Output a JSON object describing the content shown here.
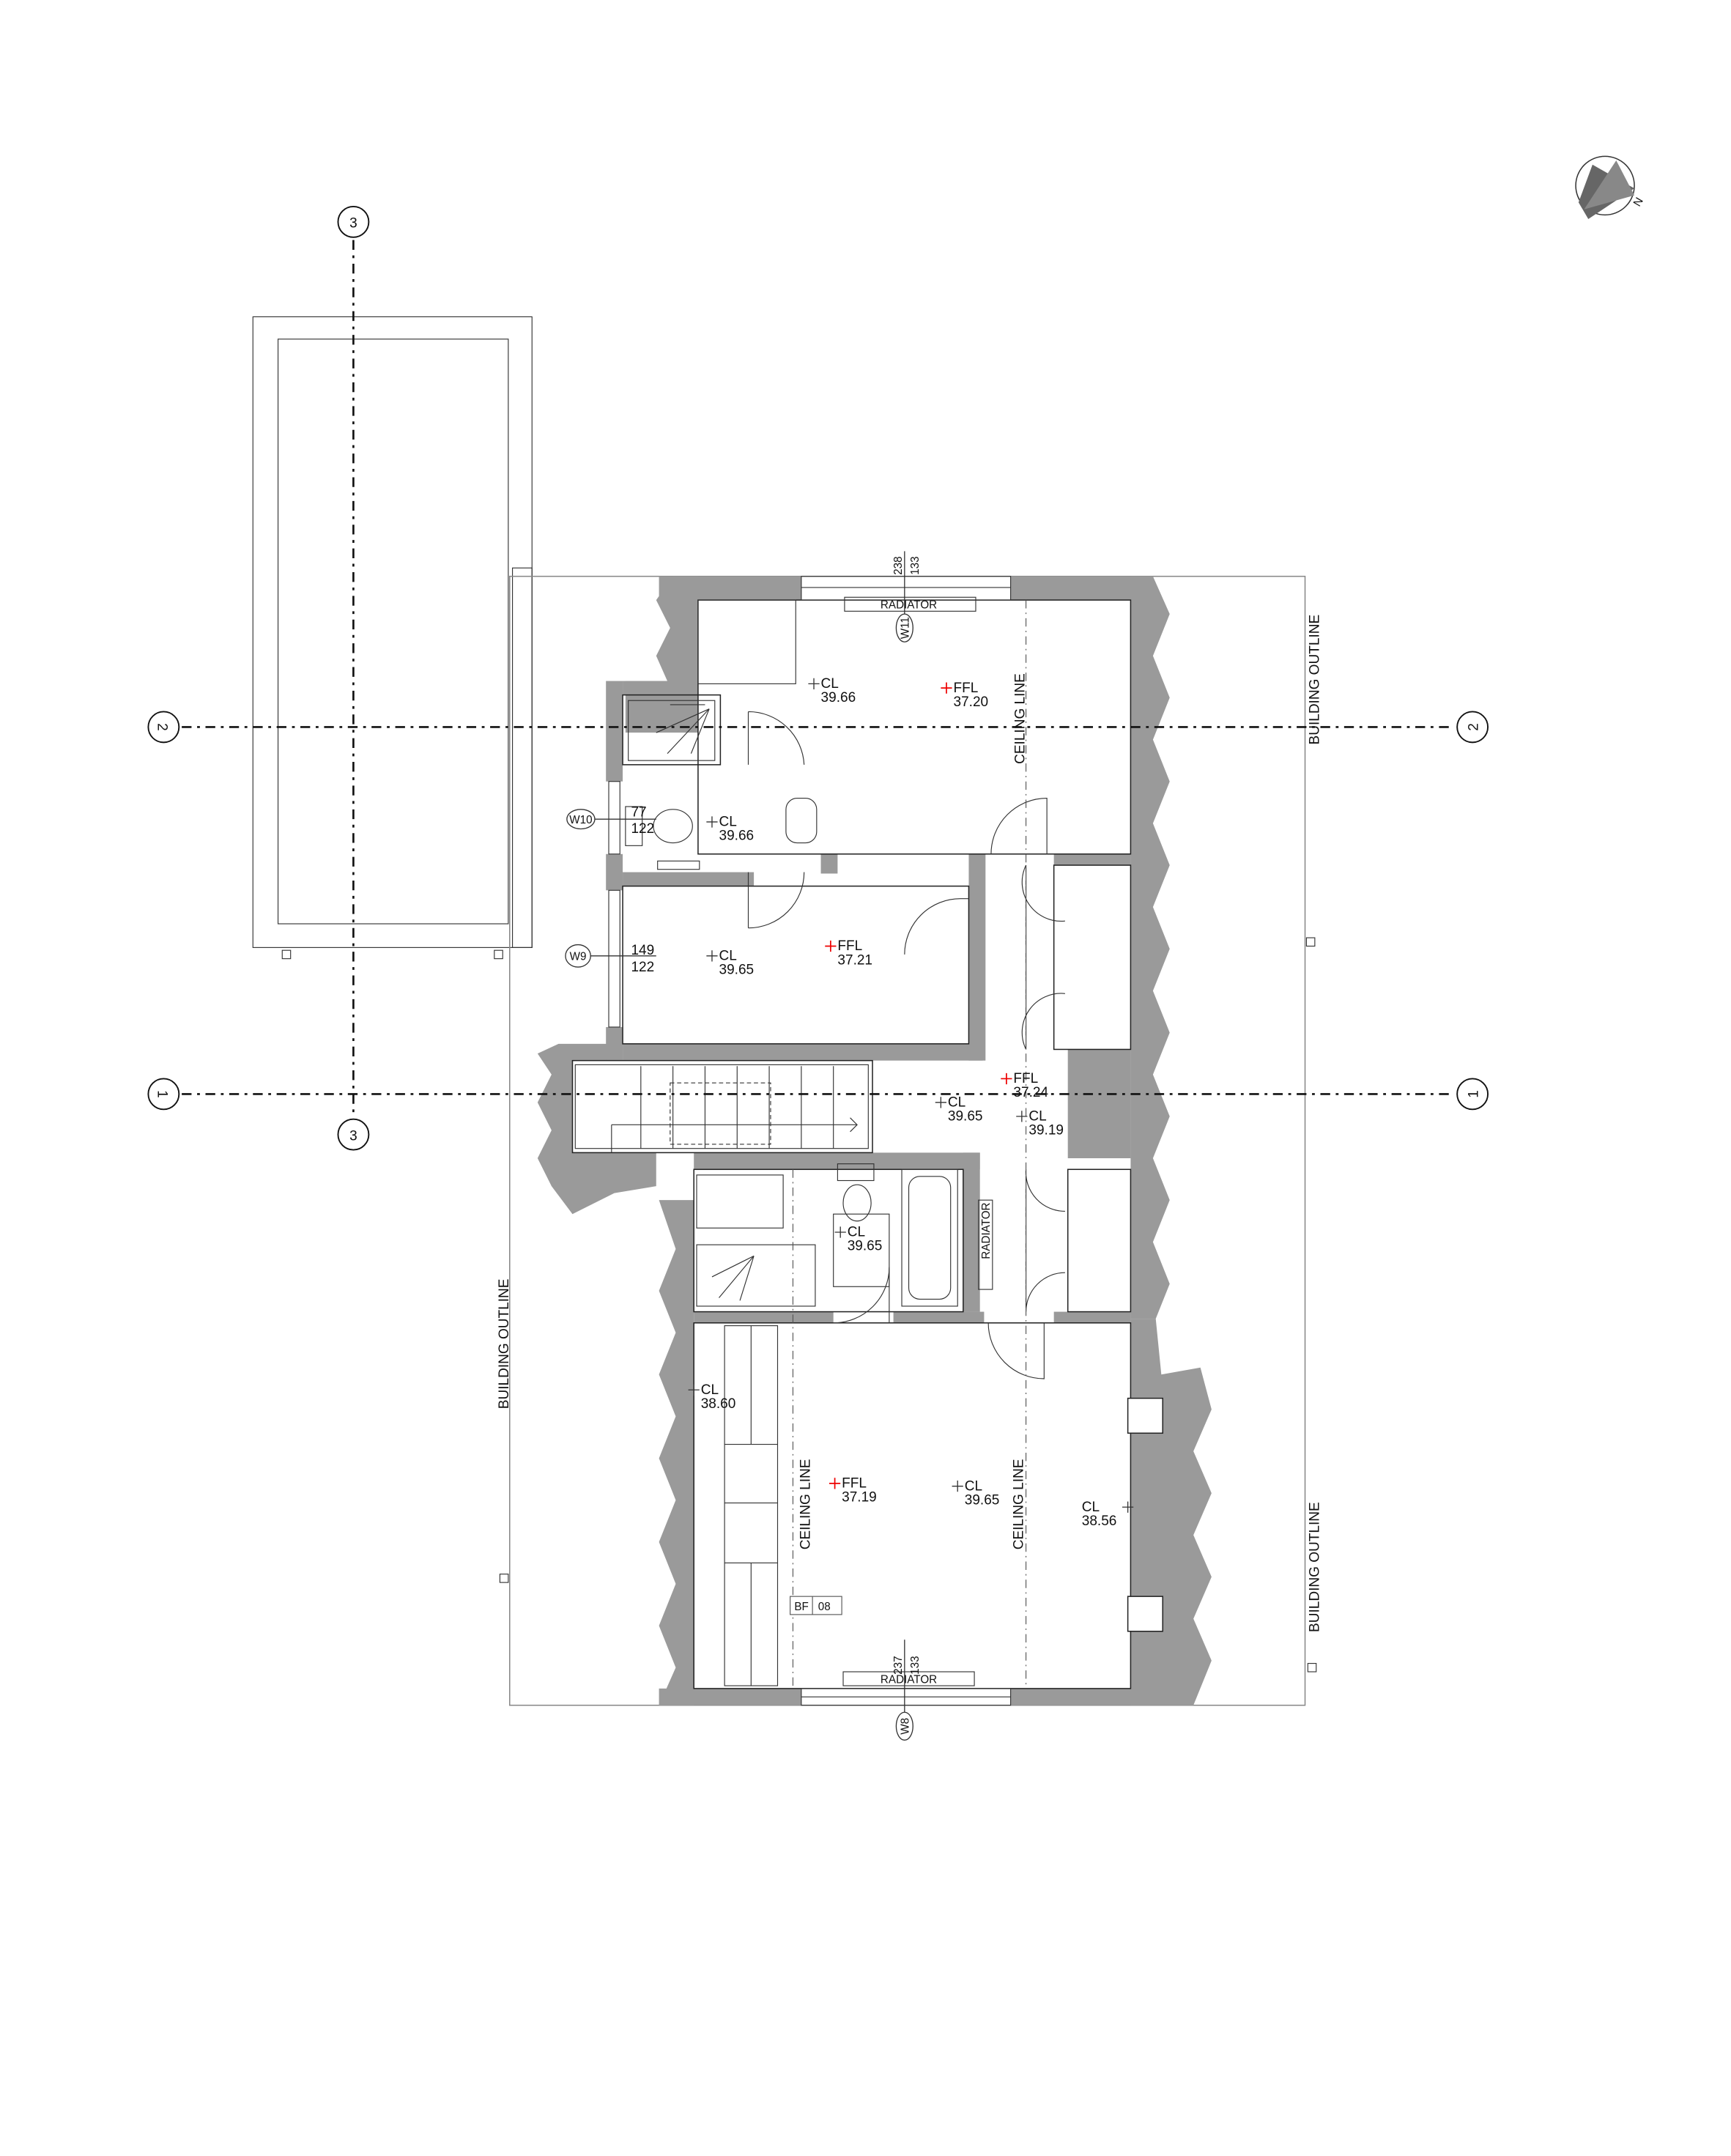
{
  "grid_lines": {
    "line_1": "1",
    "line_2": "2",
    "line_3": "3"
  },
  "north_arrow": {
    "label": "N"
  },
  "building_outline_label": "BUILDING OUTLINE",
  "ceiling_line_label": "CEILING LINE",
  "radiator_label": "RADIATOR",
  "windows": [
    {
      "id": "W11",
      "width": "238",
      "height": "133"
    },
    {
      "id": "W10",
      "width": "77",
      "height": "122"
    },
    {
      "id": "W9",
      "width": "149",
      "height": "122"
    },
    {
      "id": "W8",
      "width": "237",
      "height": "133"
    }
  ],
  "levels": [
    {
      "type": "CL",
      "value": "39.66"
    },
    {
      "type": "FFL",
      "value": "37.20"
    },
    {
      "type": "CL",
      "value": "39.66"
    },
    {
      "type": "CL",
      "value": "39.65"
    },
    {
      "type": "FFL",
      "value": "37.21"
    },
    {
      "type": "FFL",
      "value": "37.24"
    },
    {
      "type": "CL",
      "value": "39.65"
    },
    {
      "type": "CL",
      "value": "39.19"
    },
    {
      "type": "CL",
      "value": "39.65"
    },
    {
      "type": "CL",
      "value": "38.60"
    },
    {
      "type": "FFL",
      "value": "37.19"
    },
    {
      "type": "CL",
      "value": "39.65"
    },
    {
      "type": "CL",
      "value": "38.56"
    }
  ],
  "tag": {
    "code": "BF",
    "number": "08"
  },
  "colors": {
    "wall": "#9a9a9a",
    "ffl_marker": "#e00000"
  }
}
